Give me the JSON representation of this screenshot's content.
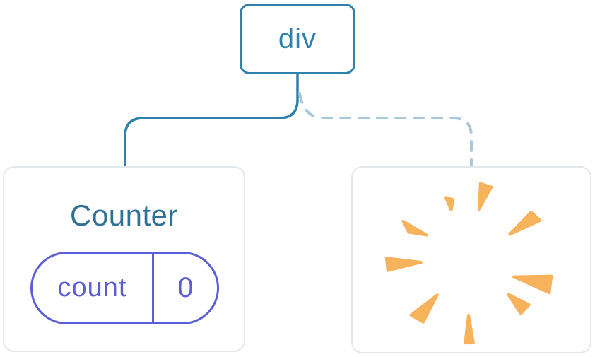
{
  "tree": {
    "root": {
      "label": "div"
    },
    "children": [
      {
        "type": "component",
        "title": "Counter",
        "state": {
          "name": "count",
          "value": "0"
        },
        "connector": "solid"
      },
      {
        "type": "removed-component",
        "icon": "poof-burst",
        "connector": "dashed"
      }
    ]
  },
  "colors": {
    "background": "#ffffff",
    "root_border": "#2e80ad",
    "root_text": "#2e80ad",
    "solid_line": "#2e80ad",
    "dashed_line": "#a9c8da",
    "counter_title": "#2f7295",
    "state_pill": "#5d5dd8",
    "poof": "#f7b25c",
    "card_border": "#e3e8ec",
    "card_fill": "#ffffff"
  }
}
